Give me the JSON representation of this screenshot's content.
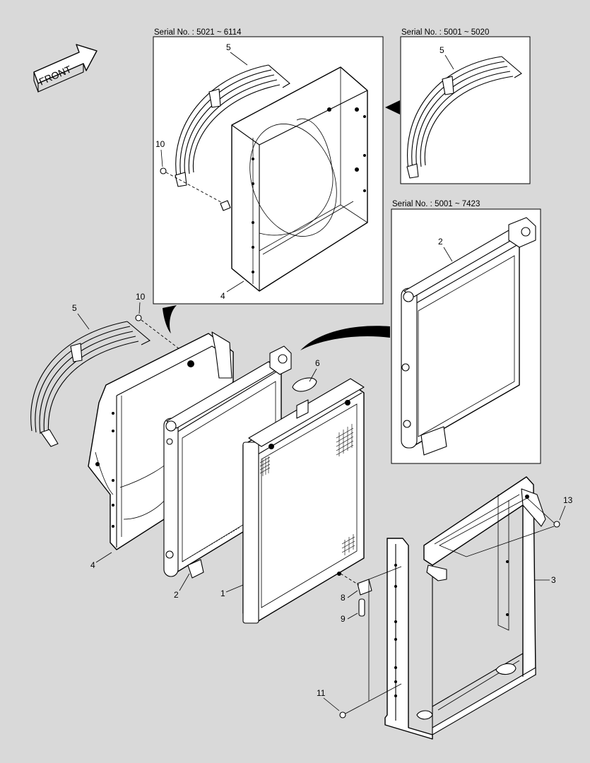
{
  "front_arrow_label": "FRONT",
  "inset_boxes": [
    {
      "serial": "Serial No. : 5021 ~ 6114"
    },
    {
      "serial": "Serial No. : 5001 ~ 5020"
    },
    {
      "serial": "Serial No. : 5001 ~ 7423"
    }
  ],
  "callouts": {
    "inset1_shroud_cover": "5",
    "inset1_bolt": "10",
    "inset1_shroud": "4",
    "inset2_shroud_cover": "5",
    "inset3_cooler": "2",
    "main_shroud_cover": "5",
    "main_bolt": "10",
    "main_shroud": "4",
    "main_cooler": "2",
    "main_radiator": "1",
    "main_cap": "6",
    "main_cock": "8",
    "main_hose": "9",
    "main_bracket": "3",
    "main_bolt_13": "13",
    "main_bolt_11": "11"
  }
}
